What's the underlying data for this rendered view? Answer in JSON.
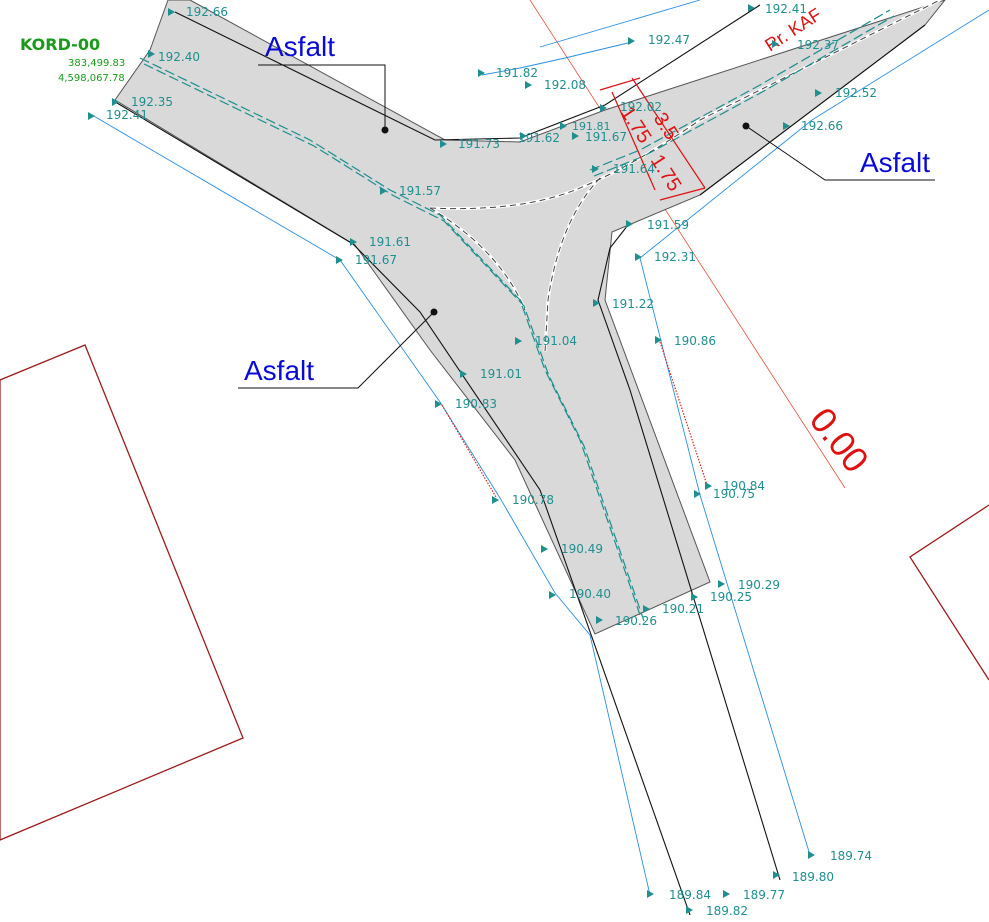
{
  "colors": {
    "road_fill": "#d9d9d9",
    "road_edge": "#555555",
    "survey_line": "#2a8fe0",
    "point_marker": "#1f8f8f",
    "material_label": "#0a0ad8",
    "station_red": "#e01010",
    "building": "#9b1c1c",
    "kord_green": "#1a9a1a"
  },
  "kord": {
    "name": "KORD-00",
    "easting": "383,499.83",
    "northing": "4,598,067.78"
  },
  "materials": {
    "top_left": "Asfalt",
    "right": "Asfalt",
    "left": "Asfalt"
  },
  "station": "0.00",
  "street_name": "Rr. KAF",
  "dims": {
    "total": "3.5",
    "half_a": "1.75",
    "half_b": "1.75"
  },
  "elevations": {
    "e19266": "192.66",
    "e19240": "192.40",
    "e19235": "192.35",
    "e19241a": "192.41",
    "e19241b": "192.41",
    "e19247": "192.47",
    "e19237": "192.37",
    "e19182": "191.82",
    "e19208": "192.08",
    "e19252": "192.52",
    "e19202": "192.02",
    "e19173": "191.73",
    "e19162": "191.62",
    "e19181": "191.81",
    "e19167a": "191.67",
    "e19266b": "192.66",
    "e19164": "191.64",
    "e19157": "191.57",
    "e19159": "191.59",
    "e19161": "191.61",
    "e19231": "192.31",
    "e19167b": "191.67",
    "e19122": "191.22",
    "e19104": "191.04",
    "e19086": "190.86",
    "e19101": "191.01",
    "e19083": "190.83",
    "e19084": "190.84",
    "e19075": "190.75",
    "e19078": "190.78",
    "e19049": "190.49",
    "e19029": "190.29",
    "e19040": "190.40",
    "e19025": "190.25",
    "e19021": "190.21",
    "e19026": "190.26",
    "e18974": "189.74",
    "e18980": "189.80",
    "e18984": "189.84",
    "e18977": "189.77",
    "e18982": "189.82"
  }
}
